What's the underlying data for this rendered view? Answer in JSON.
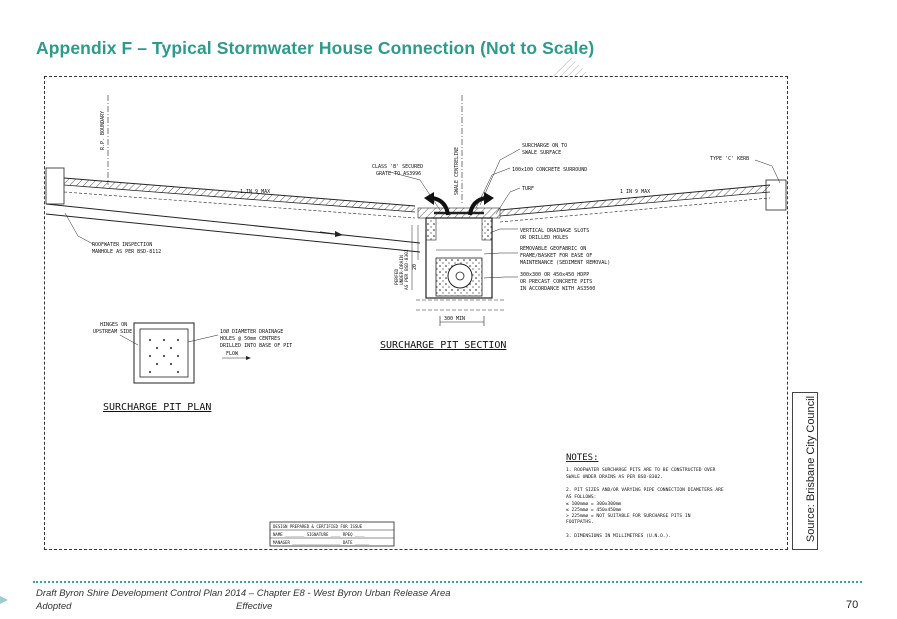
{
  "title": "Appendix F – Typical Stormwater House Connection (Not to Scale)",
  "labels": {
    "boundary": "R.P. BOUNDARY",
    "surcharge_on": "SURCHARGE ON TO",
    "swale_surface": "SWALE SURFACE",
    "class_b1": "CLASS 'B' SECURED",
    "class_b2": "GRATE TO AS3996",
    "concrete_surround": "100x100 CONCRETE SURROUND",
    "type_c_kerb": "TYPE 'C' KERB",
    "turf": "TURF",
    "slope_left": "1 IN 9 MAX",
    "slope_right": "1 IN 9 MAX",
    "swale_centreline": "SWALE CENTRELINE",
    "roofwater1": "ROOFWATER INSPECTION",
    "roofwater2": "MANHOLE AS PER BSD-8112",
    "vertical_slots1": "VERTICAL DRAINAGE SLOTS",
    "vertical_slots2": "OR DRILLED HOLES",
    "geofabric1": "REMOVABLE GEOFABRIC ON",
    "geofabric2": "FRAME/BASKET FOR EASE OF",
    "geofabric3": "MAINTENANCE (SEDIMENT REMOVAL)",
    "pit1": "300x300 OR 450x450 HDPP",
    "pit2": "OR PRECAST CONCRETE PITS",
    "pit3": "IN ACCORDANCE WITH AS3500",
    "under_drain1": "PERFED",
    "under_drain2": "UNDER-DRAIN",
    "under_drain3": "AS PER BSD-8302",
    "dim_300": "300 MIN",
    "dim_20": "20",
    "hinges1": "HINGES ON",
    "hinges2": "UPSTREAM SIDE",
    "holes1": "10Ø DIAMETER DRAINAGE",
    "holes2": "HOLES @ 50mm CENTRES",
    "holes3": "DRILLED INTO BASE OF PIT",
    "flow": "FLOW",
    "section_title": "SURCHARGE PIT SECTION",
    "plan_title": "SURCHARGE PIT PLAN"
  },
  "notes": {
    "heading": "NOTES:",
    "n1a": "1.   ROOFWATER SURCHARGE PITS ARE TO BE CONSTRUCTED OVER",
    "n1b": "      SWALE UNDER DRAINS AS PER BSD-8302.",
    "n2a": "2.   PIT SIZES AND/OR VARYING PIPE CONNECTION DIAMETERS ARE",
    "n2b": "      AS FOLLOWS:",
    "n2c": "      ≤ 100mmø  =  300x300mm",
    "n2d": "      ≤ 225mmø  =  450x450mm",
    "n2e": "      > 225mmø  =  NOT SUITABLE FOR SURCHARGE PITS IN",
    "n2f": "                        FOOTPATHS.",
    "n3": "3.   DIMENSIONS IN MILLIMETRES (U.N.O.)."
  },
  "titleblock": {
    "line1": "DESIGN PREPARED & CERTIFIED FOR ISSUE",
    "line2": "NAME ________ SIGNATURE ____ RPEQ ____",
    "line3": "MANAGER ____________________ DATE ______"
  },
  "source": "Source: Brisbane City Council",
  "footer": {
    "line1": "Draft Byron Shire Development Control Plan 2014 – Chapter E8 - West Byron Urban Release Area",
    "adopted": "Adopted",
    "effective": "Effective",
    "page": "70"
  }
}
